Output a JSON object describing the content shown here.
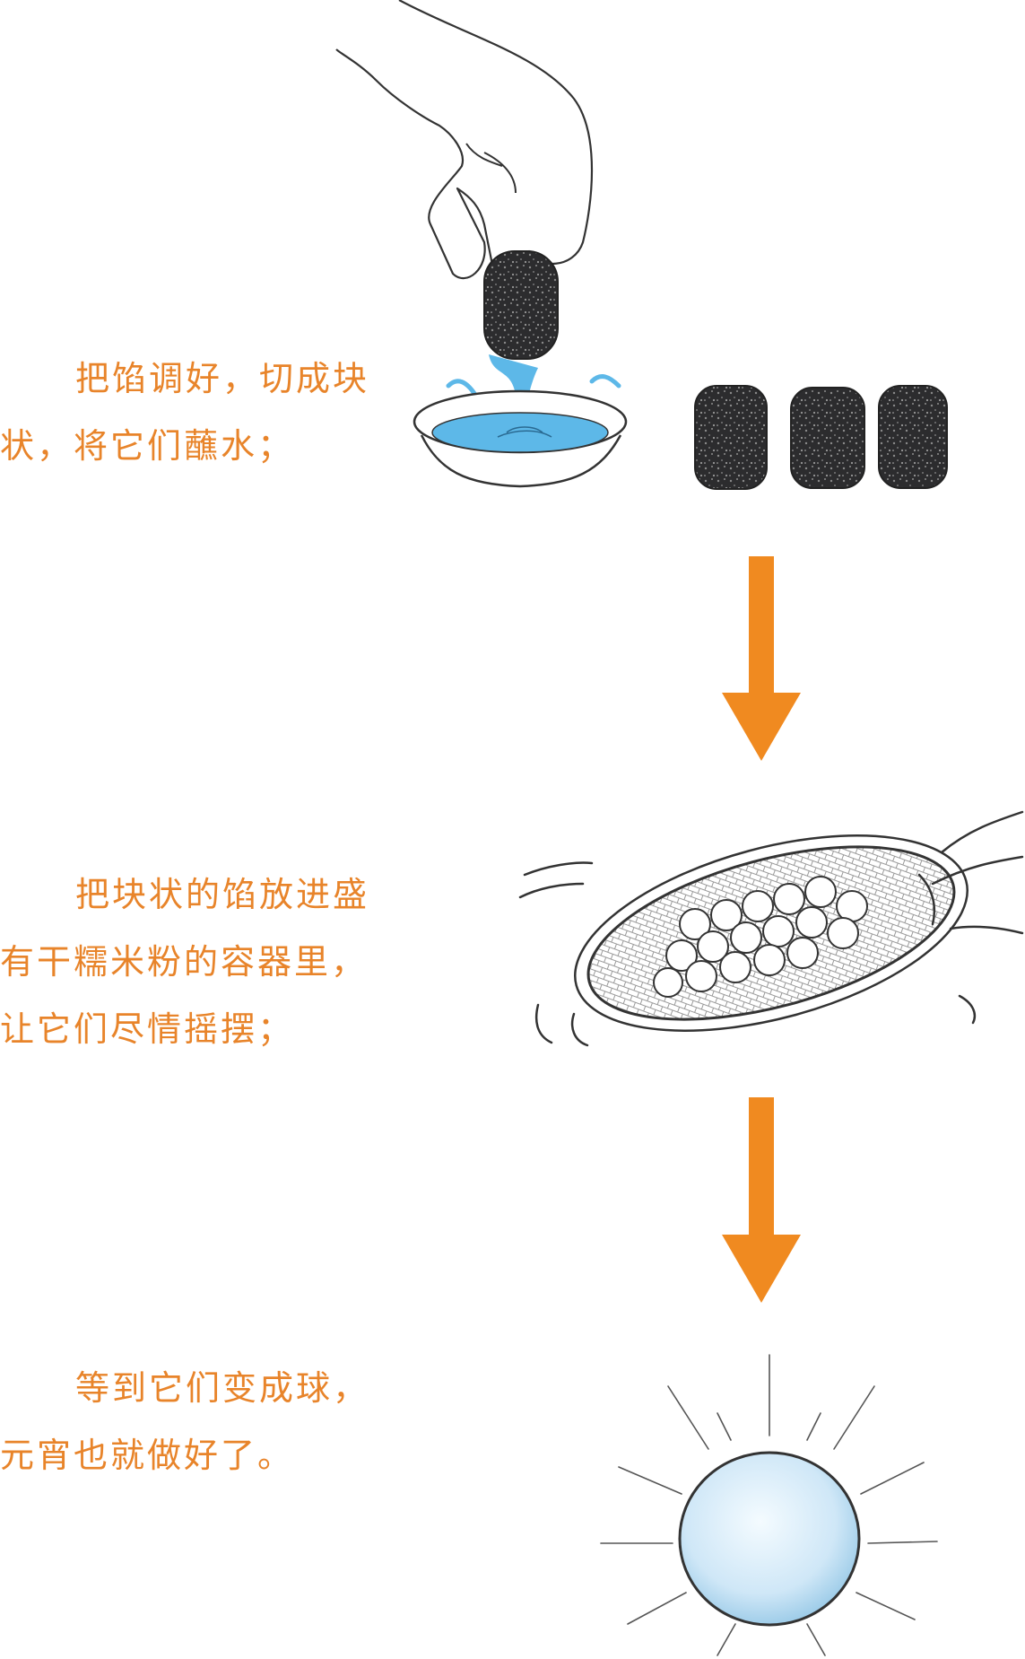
{
  "steps": [
    {
      "line1": "把馅调好，切成块",
      "line2": "状，将它们蘸水；"
    },
    {
      "line1": "把块状的馅放进盛",
      "line2": "有干糯米粉的容器里，",
      "line3": "让它们尽情摇摆；"
    },
    {
      "line1": "等到它们变成球，",
      "line2": "元宵也就做好了。"
    }
  ],
  "colors": {
    "text": "#e8842a",
    "arrow": "#f08a20",
    "water": "#5db8e8",
    "filling": "#2e2e30",
    "ink": "#333333",
    "ball": "#d6ecf8"
  }
}
